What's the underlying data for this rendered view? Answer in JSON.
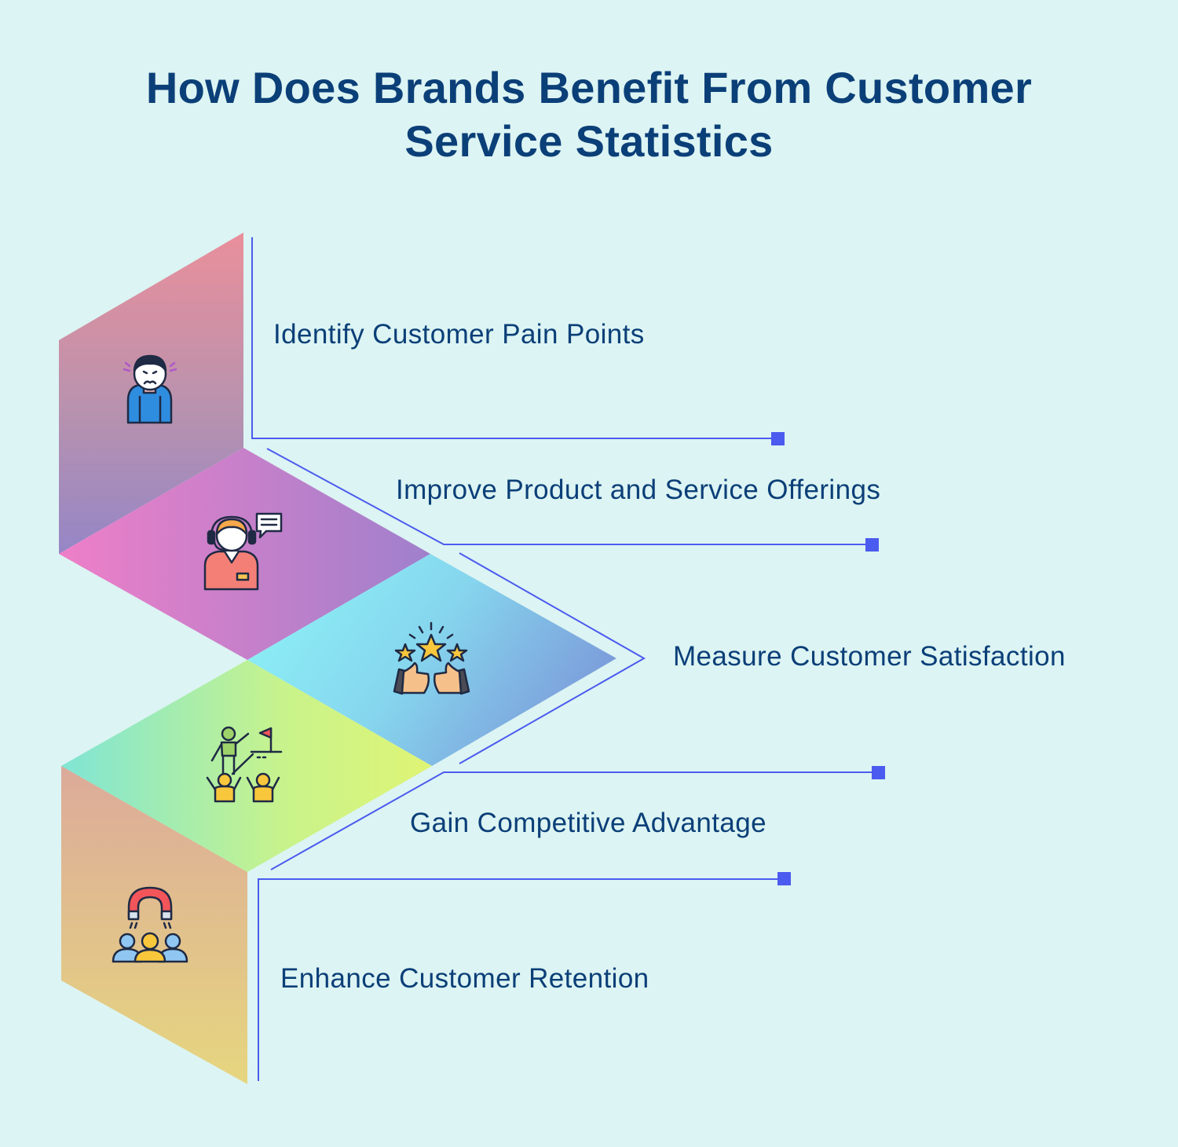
{
  "title": {
    "line1": "How Does Brands Benefit From Customer",
    "line2": "Service Statistics"
  },
  "steps": [
    {
      "label": "Identify Customer Pain Points",
      "icon": "frustrated-customer-icon"
    },
    {
      "label": "Improve Product and Service Offerings",
      "icon": "support-agent-icon"
    },
    {
      "label": "Measure Customer Satisfaction",
      "icon": "thumbs-up-stars-icon"
    },
    {
      "label": "Gain Competitive Advantage",
      "icon": "leader-team-icon"
    },
    {
      "label": "Enhance Customer Retention",
      "icon": "magnet-customers-icon"
    }
  ],
  "colors": {
    "background": "#dcf4f3",
    "title": "#0b3f78",
    "connector": "#4b5bef"
  }
}
